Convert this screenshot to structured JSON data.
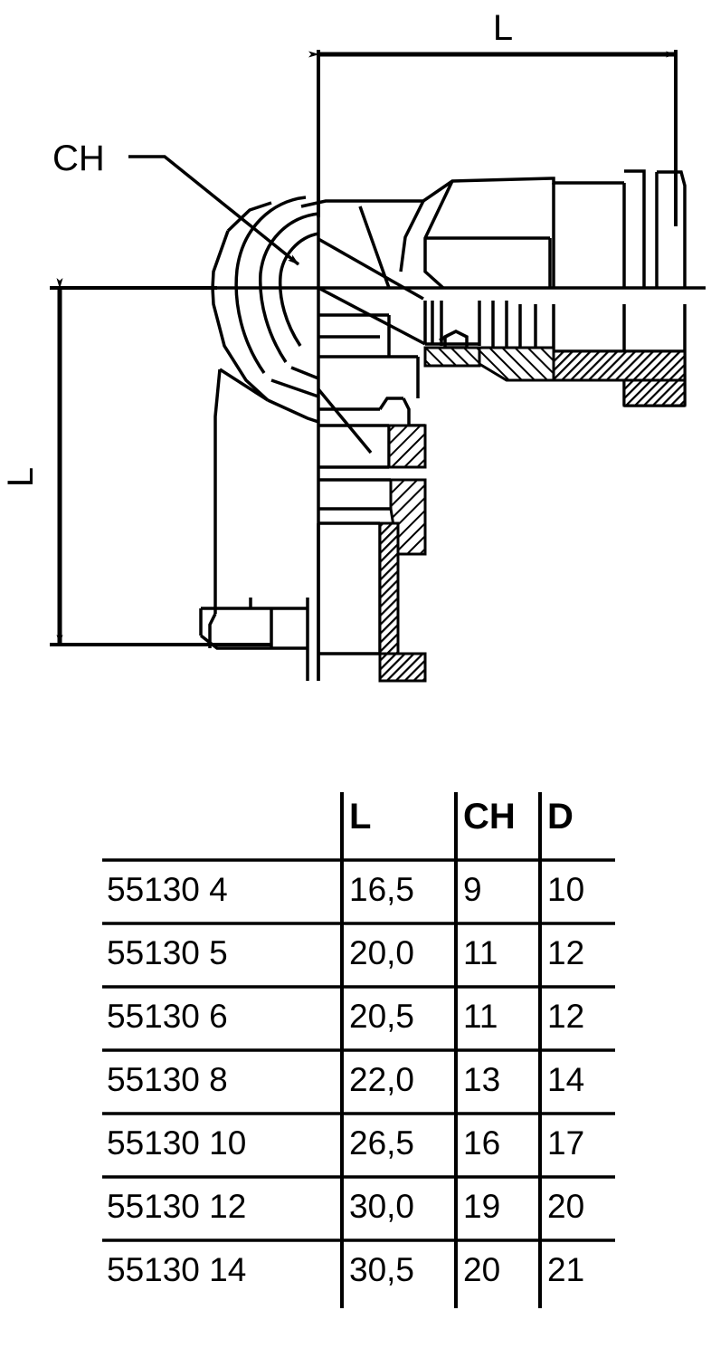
{
  "drawing": {
    "title_dimension_top": "L",
    "dimension_vertical": "L",
    "callout_hex": "CH",
    "description": "Cross-section technical drawing of a 90 degree elbow push-in tube fitting"
  },
  "table": {
    "columns": [
      "",
      "L",
      "CH",
      "D"
    ],
    "rows": [
      {
        "part": "55130 4",
        "L": "16,5",
        "CH": "9",
        "D": "10"
      },
      {
        "part": "55130 5",
        "L": "20,0",
        "CH": "11",
        "D": "12"
      },
      {
        "part": "55130 6",
        "L": "20,5",
        "CH": "11",
        "D": "12"
      },
      {
        "part": "55130 8",
        "L": "22,0",
        "CH": "13",
        "D": "14"
      },
      {
        "part": "55130 10",
        "L": "26,5",
        "CH": "16",
        "D": "17"
      },
      {
        "part": "55130 12",
        "L": "30,0",
        "CH": "19",
        "D": "20"
      },
      {
        "part": "55130 14",
        "L": "30,5",
        "CH": "20",
        "D": "21"
      }
    ]
  },
  "colors": {
    "line": "#000000",
    "background": "#ffffff"
  }
}
